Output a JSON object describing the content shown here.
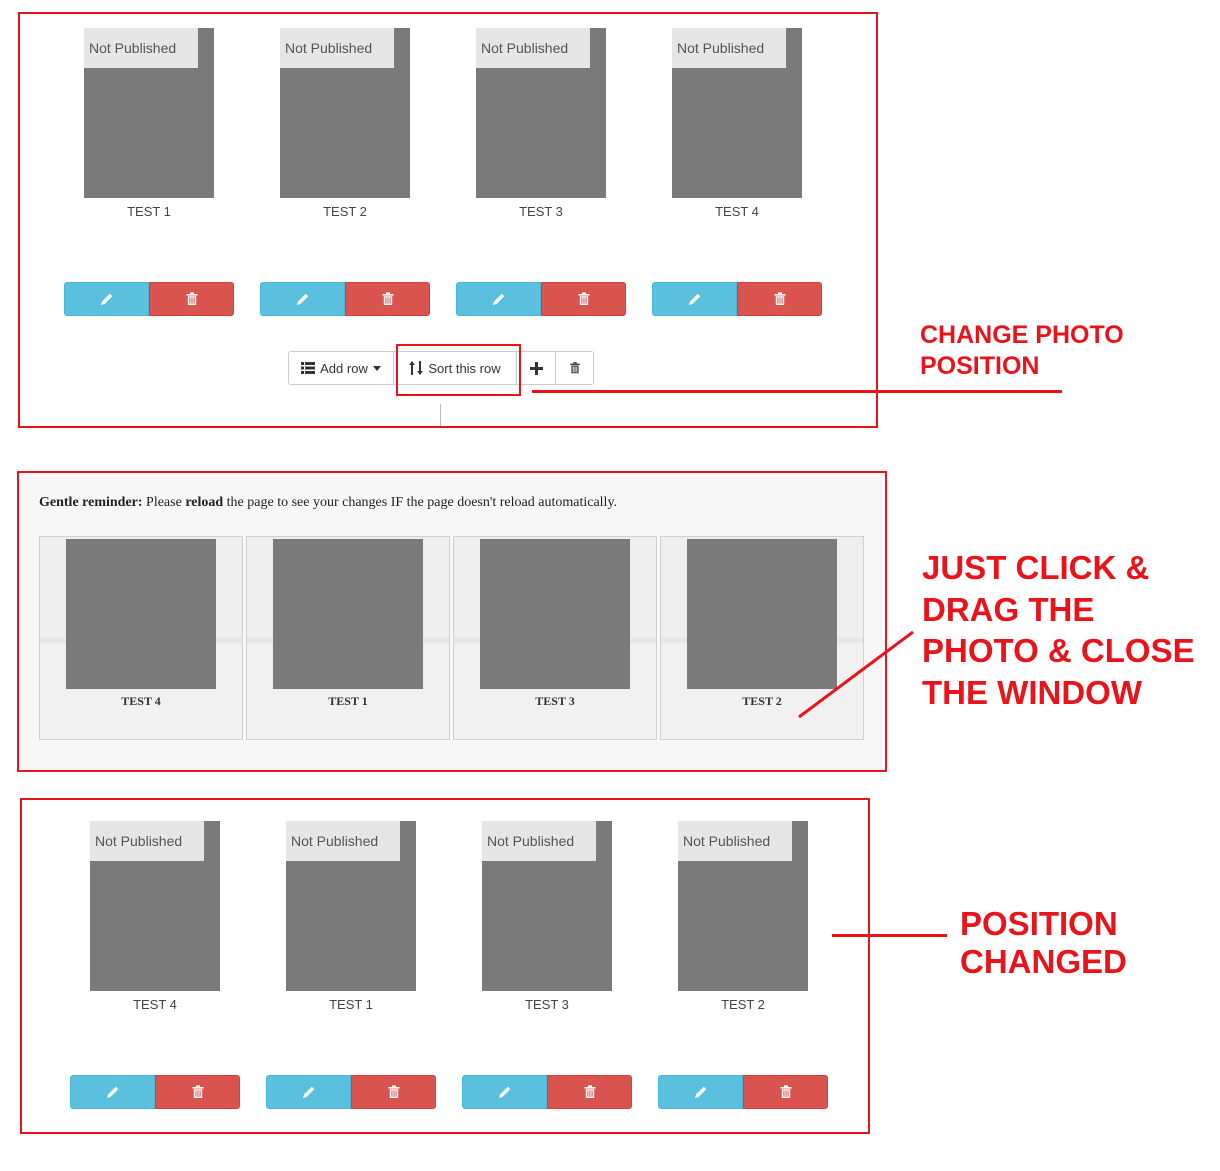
{
  "panel_before": {
    "cards": [
      {
        "badge": "Not Published",
        "caption": "TEST 1"
      },
      {
        "badge": "Not Published",
        "caption": "TEST 2"
      },
      {
        "badge": "Not Published",
        "caption": "TEST 3"
      },
      {
        "badge": "Not Published",
        "caption": "TEST 4"
      }
    ],
    "toolbar": {
      "add_row": "Add row",
      "sort_row": "Sort this row"
    }
  },
  "sort_window": {
    "reminder": {
      "lead": "Gentle reminder:",
      "part1": " Please ",
      "emph": "reload",
      "part2": " the page to see your changes IF the page doesn't reload automatically."
    },
    "cards": [
      {
        "caption": "TEST 4"
      },
      {
        "caption": "TEST 1"
      },
      {
        "caption": "TEST 3"
      },
      {
        "caption": "TEST 2"
      }
    ]
  },
  "panel_after": {
    "cards": [
      {
        "badge": "Not Published",
        "caption": "TEST 4"
      },
      {
        "badge": "Not Published",
        "caption": "TEST 1"
      },
      {
        "badge": "Not Published",
        "caption": "TEST 3"
      },
      {
        "badge": "Not Published",
        "caption": "TEST 2"
      }
    ]
  },
  "annotations": {
    "change_position": [
      "CHANGE PHOTO",
      "POSITION"
    ],
    "drag_instruction": [
      "JUST CLICK &",
      "DRAG THE",
      "PHOTO & CLOSE",
      "THE WINDOW"
    ],
    "position_changed": [
      "POSITION",
      "CHANGED"
    ]
  },
  "icons": {
    "edit": "pencil-icon",
    "delete": "trash-icon",
    "list": "list-icon",
    "sort": "sort-arrows-icon",
    "plus": "plus-icon",
    "caret": "caret-down-icon"
  },
  "colors": {
    "annotation_red": "#e8141c",
    "edit_button": "#5bc0de",
    "delete_button": "#d9534f",
    "photo_placeholder": "#7a7a7a",
    "badge_bg": "#e6e6e6"
  }
}
